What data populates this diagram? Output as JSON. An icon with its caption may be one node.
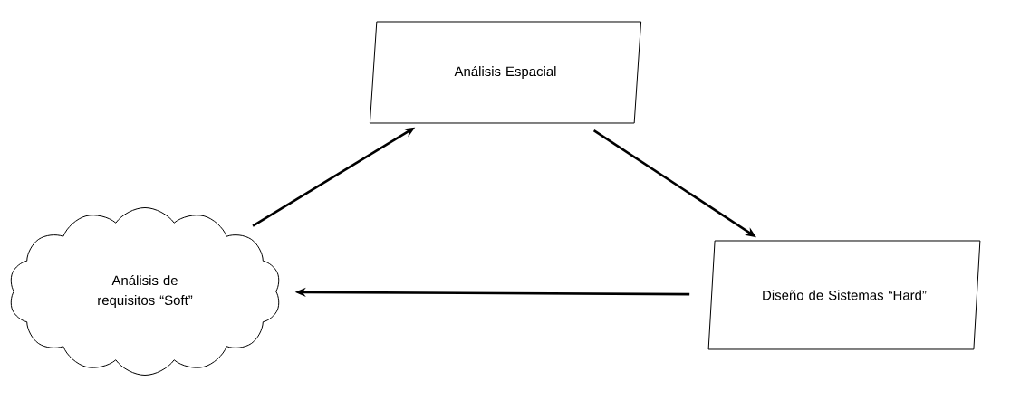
{
  "diagram": {
    "nodes": [
      {
        "text": [
          "Análisis Espacial"
        ]
      },
      {
        "text": [
          "Análisis de requisitos “Soft”"
        ]
      },
      {
        "text": [
          "Diseño de Sistemas “Hard”"
        ]
      }
    ],
    "edges": [
      {
        "from": 1,
        "to": 0,
        "arrow": "to"
      },
      {
        "from": 0,
        "to": 2,
        "arrow": "to"
      },
      {
        "from": 2,
        "to": 1,
        "arrow": "to"
      }
    ]
  }
}
